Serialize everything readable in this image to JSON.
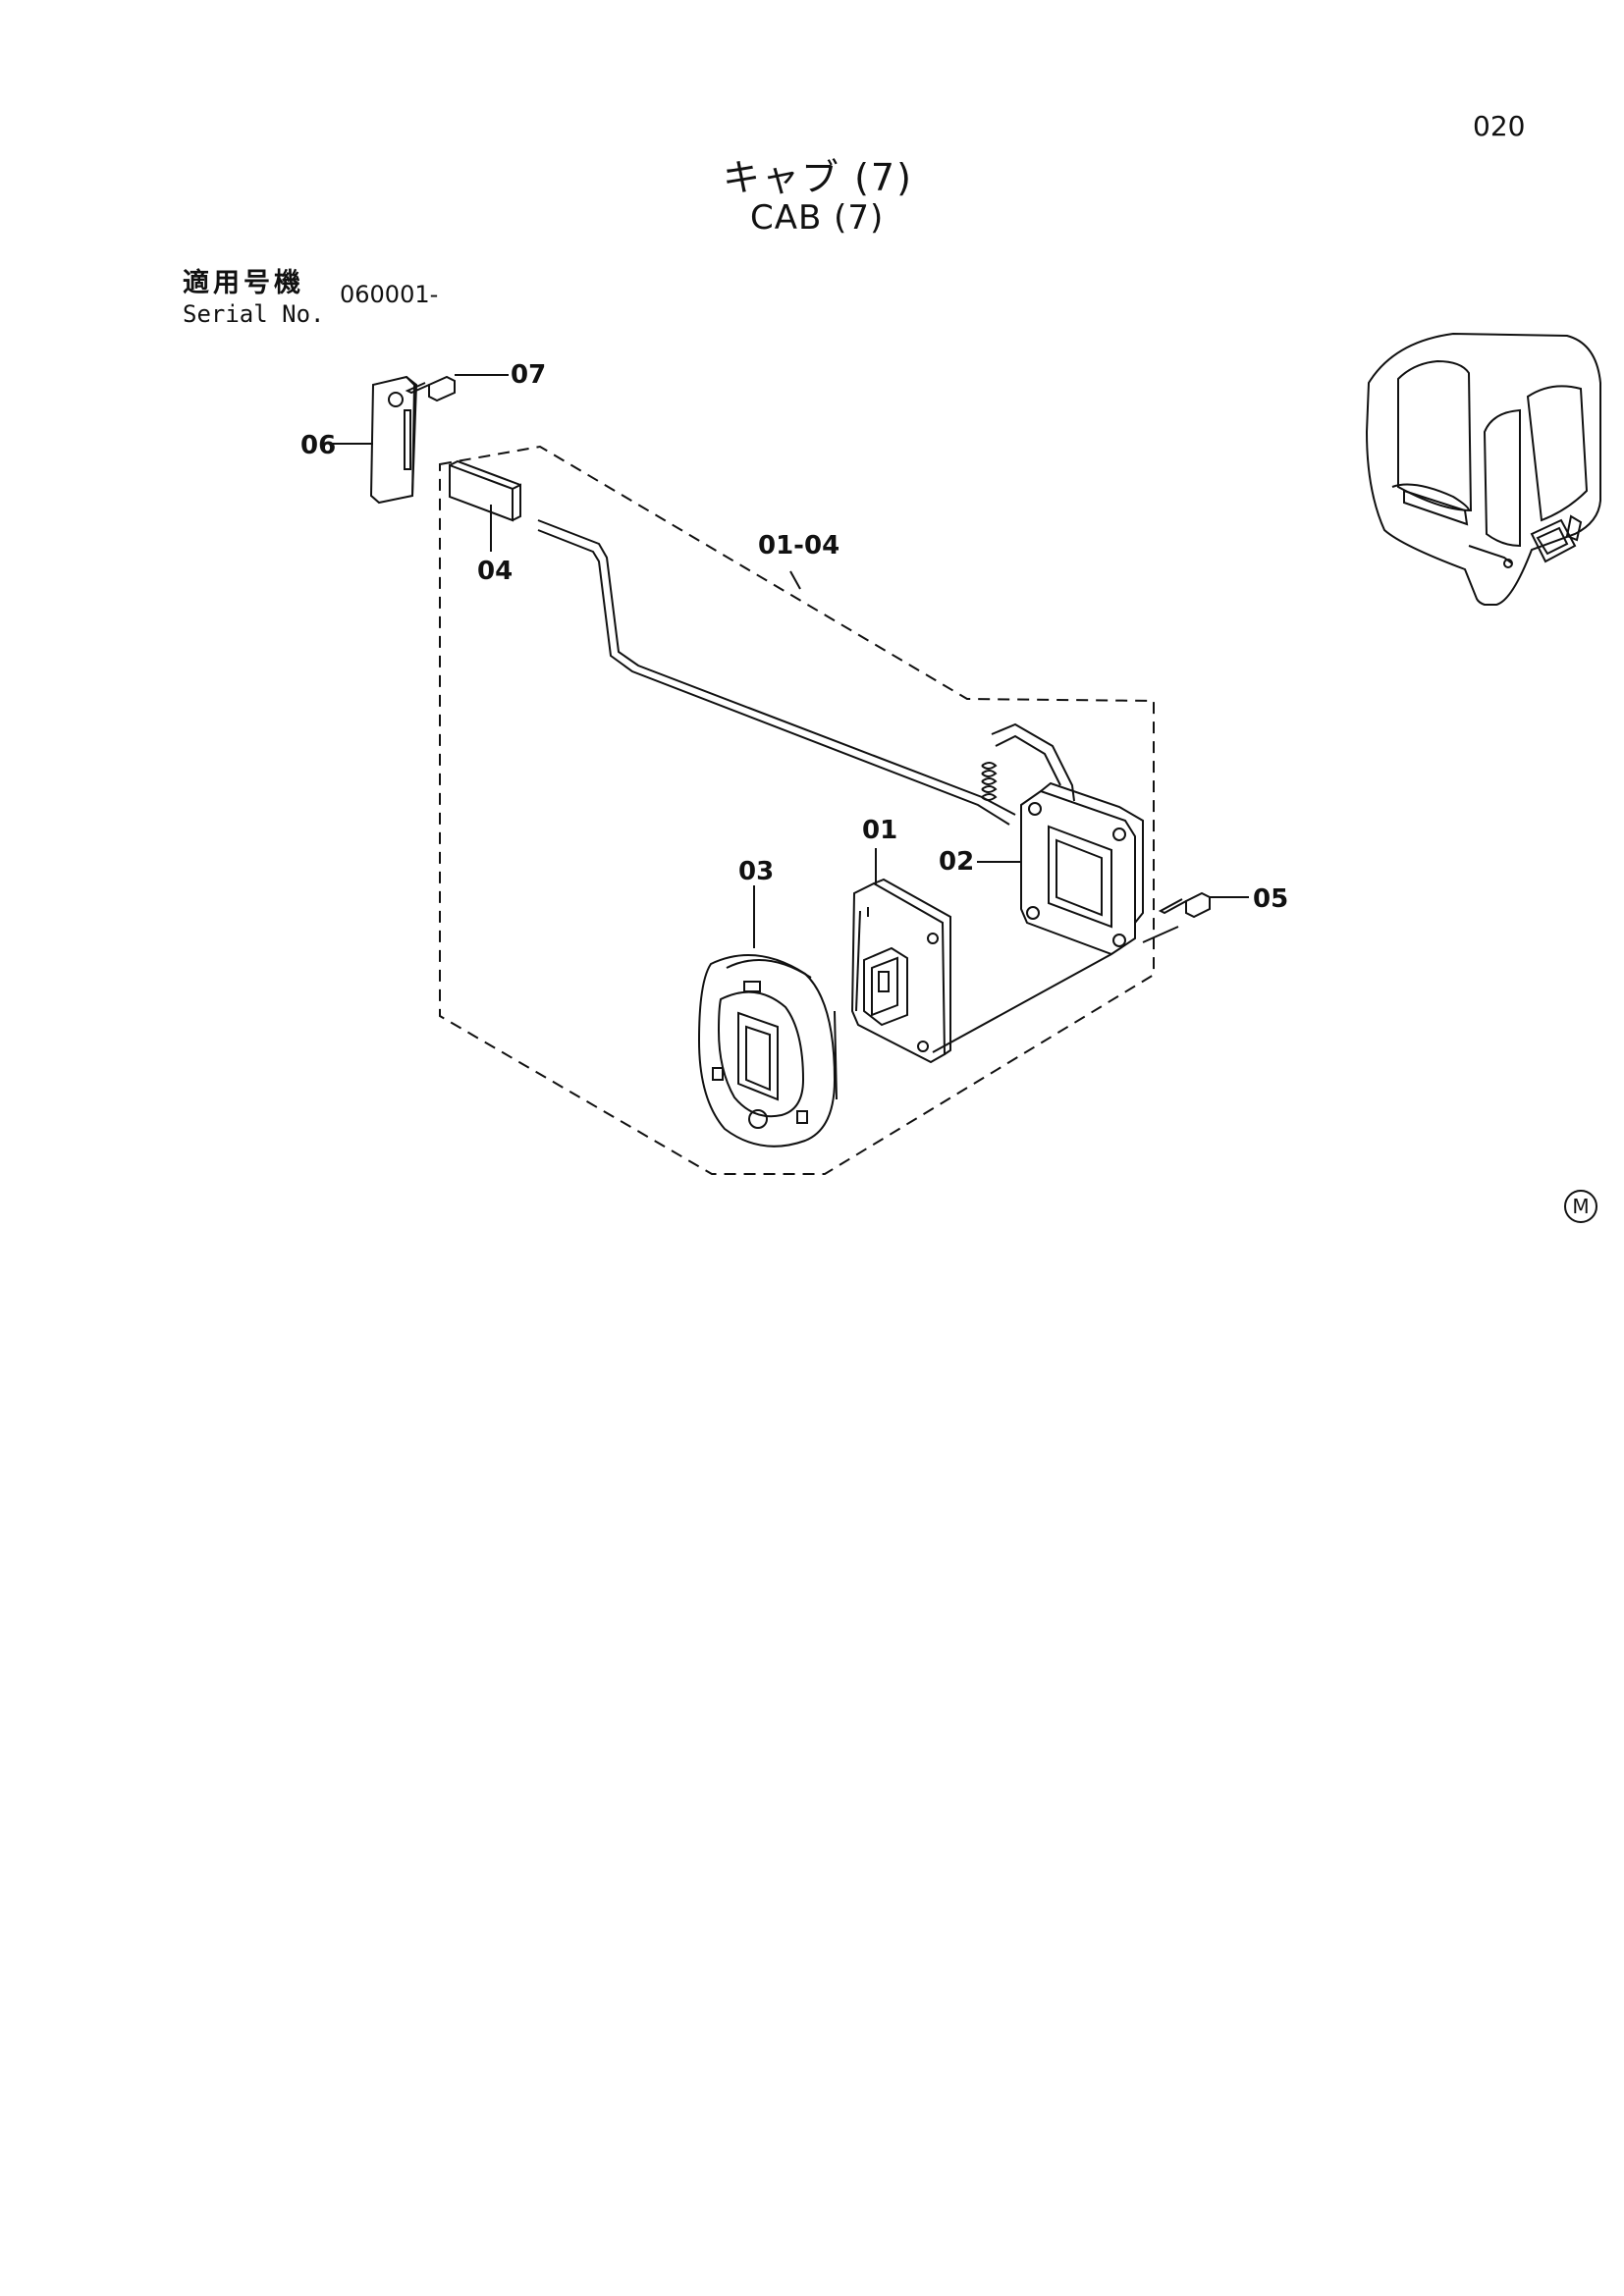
{
  "page_number": "020",
  "title_jp": "キャブ (7)",
  "title_en": "CAB (7)",
  "serial": {
    "label_jp": "適用号機",
    "label_en": "Serial No.",
    "value": "060001-"
  },
  "callouts": {
    "c01": "01",
    "c02": "02",
    "c03": "03",
    "c04": "04",
    "c05": "05",
    "c06": "06",
    "c07": "07",
    "c0104": "01-04"
  },
  "mark": "M"
}
